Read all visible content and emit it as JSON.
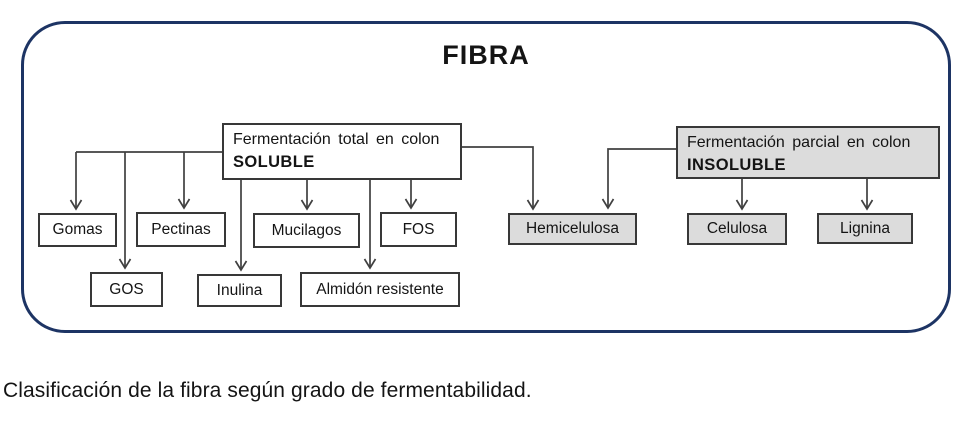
{
  "figure": {
    "title": "FIBRA",
    "caption": "Clasificación de la fibra según grado de fermentabilidad."
  },
  "groups": {
    "soluble": {
      "description": "Fermentación total en colon",
      "name": "SOLUBLE"
    },
    "insoluble": {
      "description": "Fermentación parcial en colon",
      "name": "INSOLUBLE"
    }
  },
  "nodes": {
    "gomas": "Gomas",
    "pectinas": "Pectinas",
    "mucilagos": "Mucilagos",
    "fos": "FOS",
    "gos": "GOS",
    "inulina": "Inulina",
    "almidon_resistente": "Almidón resistente",
    "hemicelulosa": "Hemicelulosa",
    "celulosa": "Celulosa",
    "lignina": "Lignina"
  },
  "edges": [
    {
      "from": "SOLUBLE",
      "to": "Gomas"
    },
    {
      "from": "SOLUBLE",
      "to": "GOS"
    },
    {
      "from": "SOLUBLE",
      "to": "Pectinas"
    },
    {
      "from": "SOLUBLE",
      "to": "Inulina"
    },
    {
      "from": "SOLUBLE",
      "to": "Mucilagos"
    },
    {
      "from": "SOLUBLE",
      "to": "Almidón resistente"
    },
    {
      "from": "SOLUBLE",
      "to": "FOS"
    },
    {
      "from": "SOLUBLE",
      "to": "Hemicelulosa"
    },
    {
      "from": "INSOLUBLE",
      "to": "Hemicelulosa"
    },
    {
      "from": "INSOLUBLE",
      "to": "Celulosa"
    },
    {
      "from": "INSOLUBLE",
      "to": "Lignina"
    }
  ],
  "colors": {
    "frame-border": "#1d3464",
    "node-border": "#383838",
    "gray-fill": "#dcdcdc",
    "connector": "#404040",
    "text": "#141414"
  }
}
